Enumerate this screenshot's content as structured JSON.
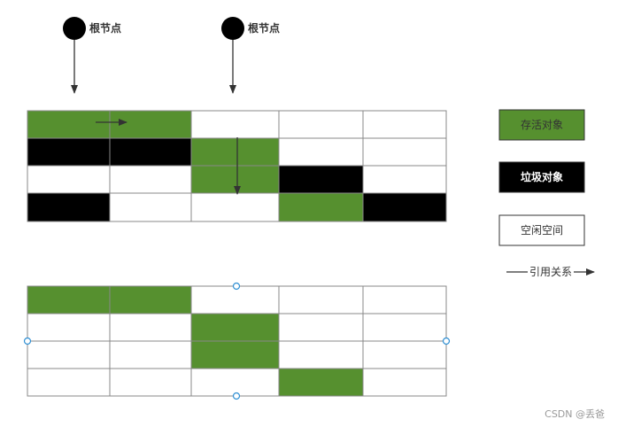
{
  "colors": {
    "live": "#56902f",
    "garbage": "#000000",
    "free": "#ffffff",
    "grid_line": "#888888",
    "arrow": "#333333",
    "handle": "#2f8fd3"
  },
  "roots": [
    {
      "label": "根节点"
    },
    {
      "label": "根节点"
    }
  ],
  "before_heap": {
    "rows": [
      [
        "live",
        "live",
        "free",
        "free",
        "free"
      ],
      [
        "garbage",
        "garbage",
        "live",
        "free",
        "free"
      ],
      [
        "free",
        "free",
        "live",
        "garbage",
        "free"
      ],
      [
        "garbage",
        "free",
        "free",
        "live",
        "garbage"
      ]
    ]
  },
  "after_heap": {
    "rows": [
      [
        "live",
        "live",
        "free",
        "free",
        "free"
      ],
      [
        "free",
        "free",
        "live",
        "free",
        "free"
      ],
      [
        "free",
        "free",
        "live",
        "free",
        "free"
      ],
      [
        "free",
        "free",
        "free",
        "live",
        "free"
      ]
    ]
  },
  "legend": {
    "live": "存活对象",
    "garbage": "垃圾对象",
    "free": "空闲空间",
    "reference": "引用关系"
  },
  "watermark": "CSDN @丢爸"
}
